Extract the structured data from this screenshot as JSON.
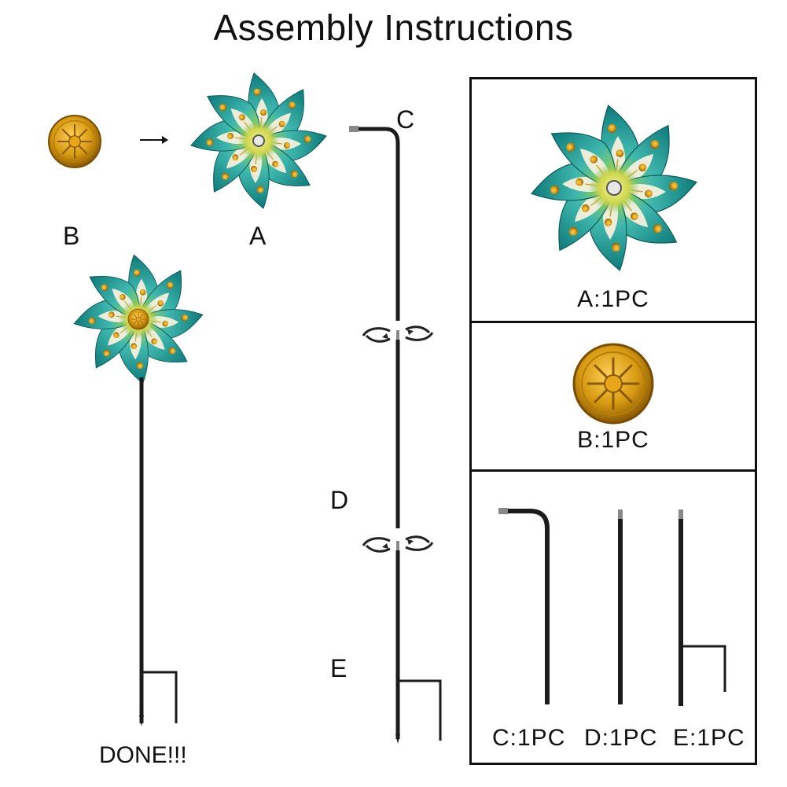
{
  "title": "Assembly Instructions",
  "labels": {
    "a": "A",
    "b": "B",
    "c": "C",
    "d": "D",
    "e": "E",
    "done": "DONE!!!"
  },
  "parts_list": {
    "a": "A:1PC",
    "b": "B:1PC",
    "c": "C:1PC",
    "d": "D:1PC",
    "e": "E:1PC"
  },
  "colors": {
    "petal_dark": "#0e7a7a",
    "petal_light": "#5fc7c0",
    "petal_center": "#c9d94a",
    "cream": "#f4f0dc",
    "gold": "#d79a12",
    "gold_dark": "#9c6a06",
    "rod": "#1b1b1b",
    "border": "#111111"
  },
  "icons": {
    "arrow": "right-arrow-icon",
    "rotate": "twist-rotate-icon"
  }
}
